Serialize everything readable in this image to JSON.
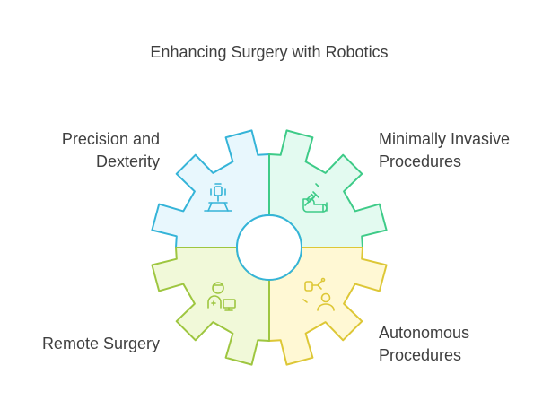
{
  "title": "Enhancing Surgery with Robotics",
  "quadrants": [
    {
      "id": "tl",
      "label_lines": [
        "Precision and",
        "Dexterity"
      ],
      "fill": "#e8f7fd",
      "stroke": "#35b4d8",
      "icon": "robotic-arm-icon"
    },
    {
      "id": "tr",
      "label_lines": [
        "Minimally Invasive",
        "Procedures"
      ],
      "fill": "#e3faf0",
      "stroke": "#3ecb88",
      "icon": "syringe-hand-icon"
    },
    {
      "id": "br",
      "label_lines": [
        "Autonomous",
        "Procedures"
      ],
      "fill": "#fff8d4",
      "stroke": "#ddc736",
      "icon": "autonomous-robot-icon"
    },
    {
      "id": "bl",
      "label_lines": [
        "Remote Surgery"
      ],
      "fill": "#f1f9d9",
      "stroke": "#9ec640",
      "icon": "remote-doctor-icon"
    }
  ]
}
